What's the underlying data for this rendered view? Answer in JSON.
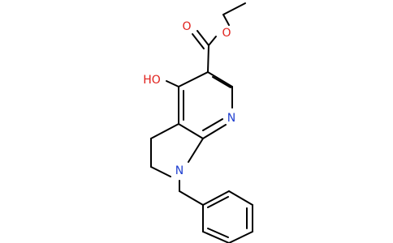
{
  "colors": {
    "bond": "#000000",
    "oxygen": "#e0201b",
    "nitrogen": "#1f3fd0"
  },
  "atom_labels": {
    "carbonyl_o": "O",
    "ester_o": "O",
    "hydroxyl": "HO",
    "pyridine_n": "N",
    "amine_n": "N"
  }
}
